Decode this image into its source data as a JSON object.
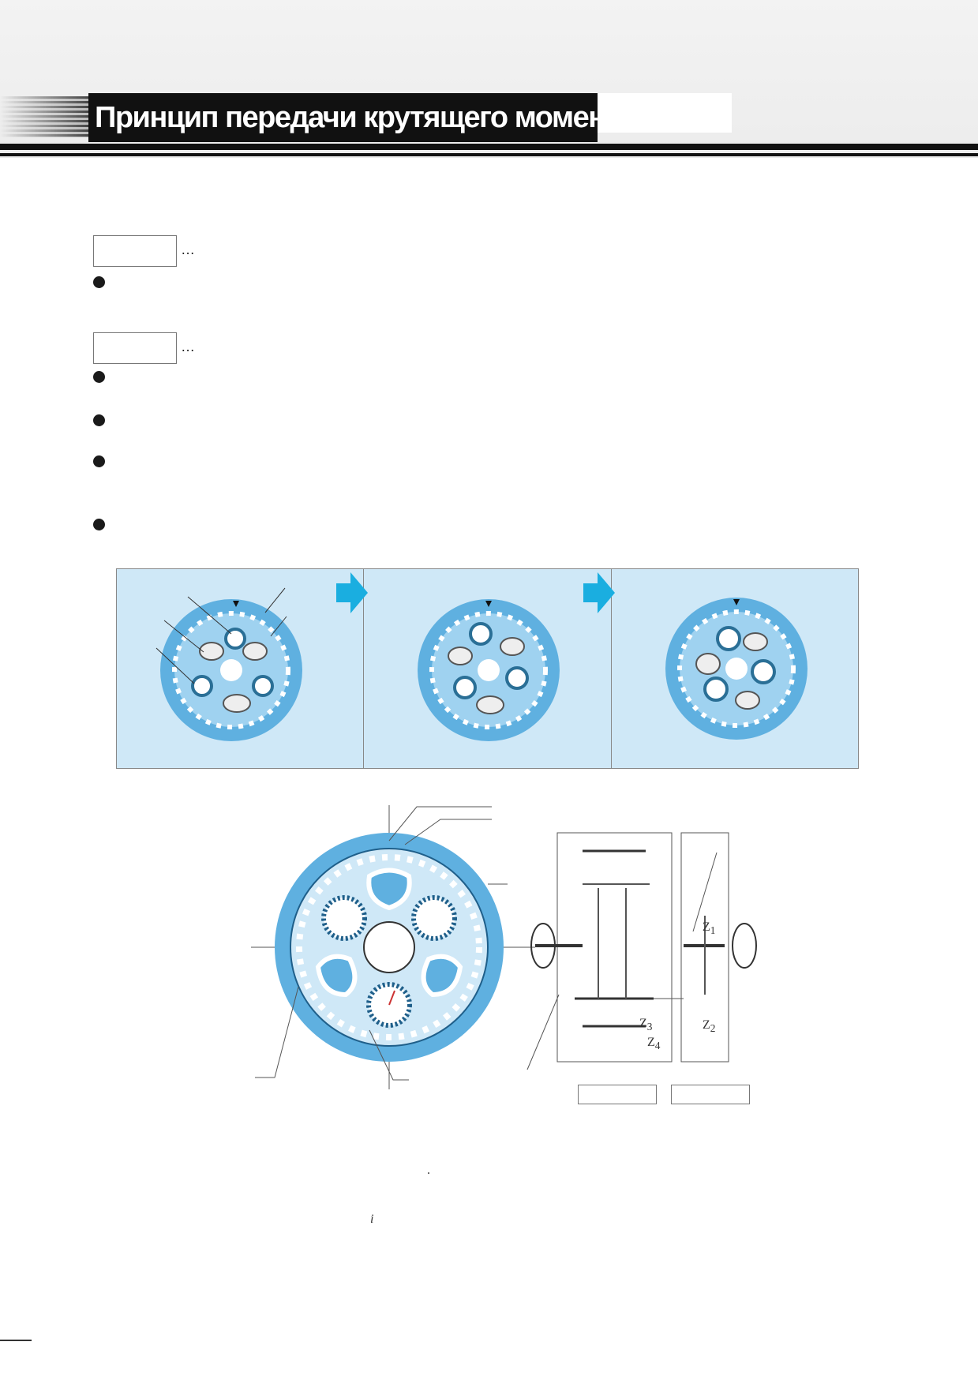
{
  "header": {
    "title": "Принцип передачи крутящего момента"
  },
  "sections": [
    {
      "ellipsis": "…"
    },
    {
      "ellipsis": "…"
    }
  ],
  "diagram": {
    "labels": {
      "z1": "Z",
      "z1_sub": "1",
      "z2": "Z",
      "z2_sub": "2",
      "z3": "Z",
      "z3_sub": "3",
      "z4": "Z",
      "z4_sub": "4"
    }
  },
  "footer_marks": {
    "dot": ".",
    "i": "i"
  },
  "colors": {
    "panel_bg": "#cfe8f7",
    "disc_blue": "#5fb0e0",
    "arrow_blue": "#1aaee0",
    "title_bg": "#111111"
  }
}
